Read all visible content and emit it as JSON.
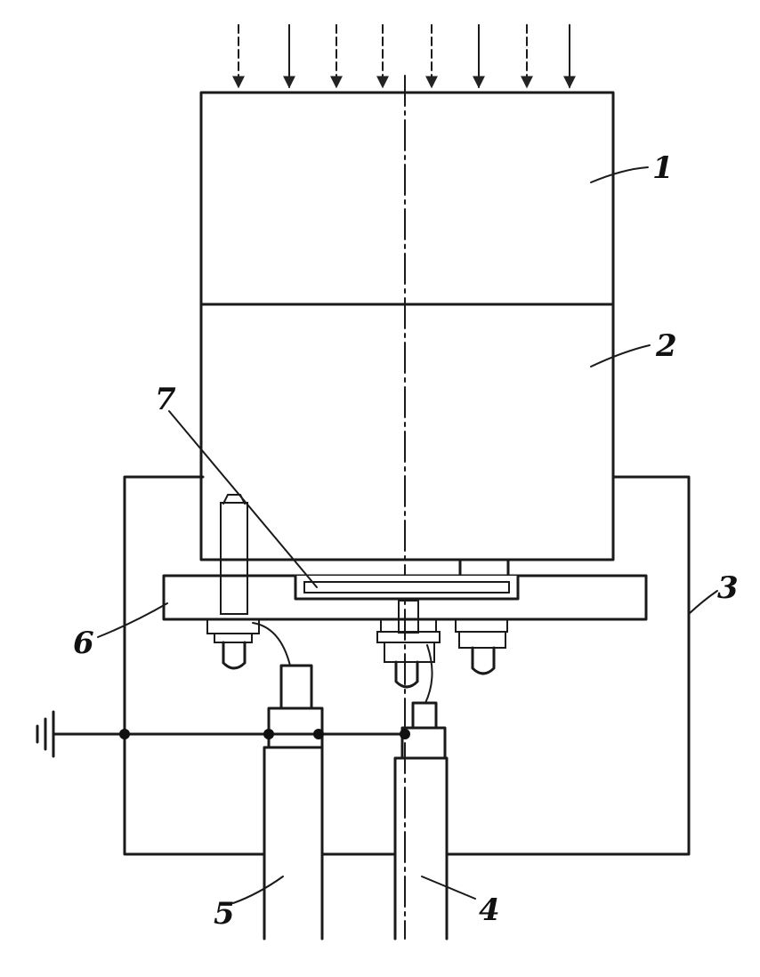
{
  "labels": {
    "layer_top": "1",
    "layer_mid": "2",
    "frame": "3",
    "cable_right": "4",
    "cable_left": "5",
    "plate": "6",
    "sensor": "7"
  },
  "colors": {
    "ink": "#1a1a1a",
    "background": "#ffffff"
  },
  "icons": [
    "load-arrow-icon",
    "ground-icon",
    "bolt-icon",
    "connector-icon"
  ]
}
